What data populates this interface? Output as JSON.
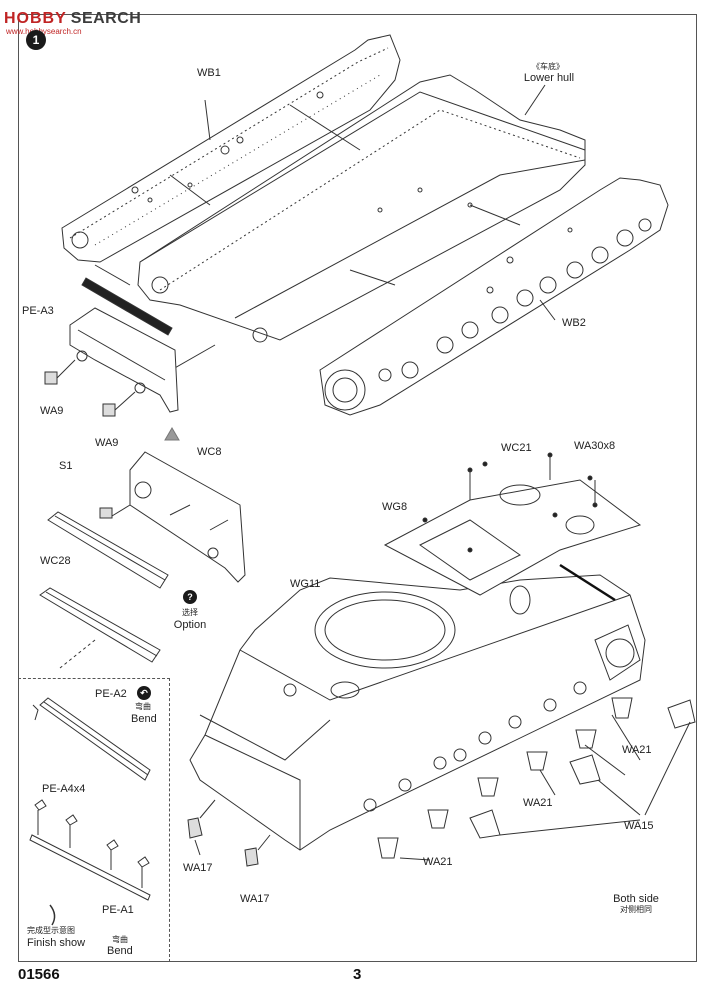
{
  "watermark": {
    "logo_text": "HOBBY",
    "site_text": "SEARCH",
    "url": "www.hobbysearch.cn"
  },
  "step": {
    "number": "1"
  },
  "labels": {
    "wb1": "WB1",
    "lower_hull_zh": "《车底》",
    "lower_hull": "Lower hull",
    "wb2": "WB2",
    "pe_a3": "PE-A3",
    "wa9_a": "WA9",
    "wa9_b": "WA9",
    "wc8": "WC8",
    "s1": "S1",
    "wc28": "WC28",
    "option_zh": "选择",
    "option": "Option",
    "wc21": "WC21",
    "wa30x8": "WA30x8",
    "wg8": "WG8",
    "wg11": "WG11",
    "pe_a2": "PE-A2",
    "bend_a2_zh": "弯曲",
    "bend_a2": "Bend",
    "pe_a4x4": "PE-A4x4",
    "wa21_a": "WA21",
    "wa21_b": "WA21",
    "wa21_c": "WA21",
    "wa15": "WA15",
    "wa17_a": "WA17",
    "wa17_b": "WA17",
    "finish_zh": "完成型示意图",
    "finish": "Finish show",
    "pe_a1": "PE-A1",
    "bend_a1_zh": "弯曲",
    "bend_a1": "Bend",
    "both_side": "Both side",
    "both_side_zh": "对侧相同"
  },
  "icons": {
    "option": "question-mark-icon",
    "bend": "bend-arrow-icon"
  },
  "footer": {
    "code": "01566",
    "page": "3"
  },
  "colors": {
    "watermark_red": "#c02424",
    "line": "#333333"
  }
}
